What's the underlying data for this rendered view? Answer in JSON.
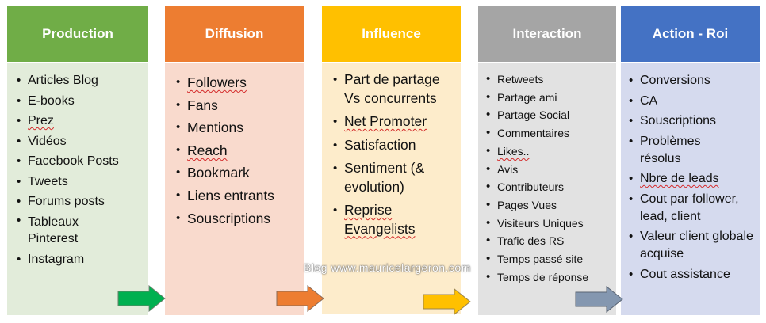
{
  "columns": [
    {
      "title": "Production",
      "header_color": "#70ad47",
      "body_color": "#e2ecda",
      "items": [
        "Articles Blog",
        "E-books",
        "Prez",
        "Vidéos",
        "Facebook Posts",
        "Tweets",
        "Forums posts",
        "Tableaux Pinterest",
        "Instagram"
      ]
    },
    {
      "title": "Diffusion",
      "header_color": "#ed7d31",
      "body_color": "#f9dacd",
      "items": [
        "Followers",
        "Fans",
        "Mentions",
        "Reach",
        "Bookmark",
        "Liens entrants",
        "Souscriptions"
      ]
    },
    {
      "title": "Influence",
      "header_color": "#ffc000",
      "body_color": "#fdeccb",
      "items": [
        "Part de partage Vs concurrents",
        "Net Promoter",
        "Satisfaction",
        "Sentiment (& evolution)",
        "Reprise Evangelists"
      ]
    },
    {
      "title": "Interaction",
      "header_color": "#a5a5a5",
      "body_color": "#e2e2e2",
      "items": [
        "Retweets",
        "Partage ami",
        "Partage Social",
        "Commentaires",
        "Likes..",
        "Avis",
        "Contributeurs",
        "Pages Vues",
        "Visiteurs Uniques",
        "Trafic des RS",
        "Temps passé site",
        "Temps de réponse"
      ]
    },
    {
      "title": "Action - Roi",
      "header_color": "#4472c4",
      "body_color": "#d5daee",
      "items": [
        "Conversions",
        "CA",
        "Souscriptions",
        "Problèmes résolus",
        "Nbre de leads",
        "Cout  par follower, lead, client",
        "Valeur client globale acquise",
        "Cout assistance"
      ]
    }
  ],
  "arrows": [
    {
      "color": "#00b050"
    },
    {
      "color": "#ed7d31"
    },
    {
      "color": "#ffc000"
    },
    {
      "color": "#8497b0"
    }
  ],
  "watermark": "Blog www.mauricelargeron.com"
}
